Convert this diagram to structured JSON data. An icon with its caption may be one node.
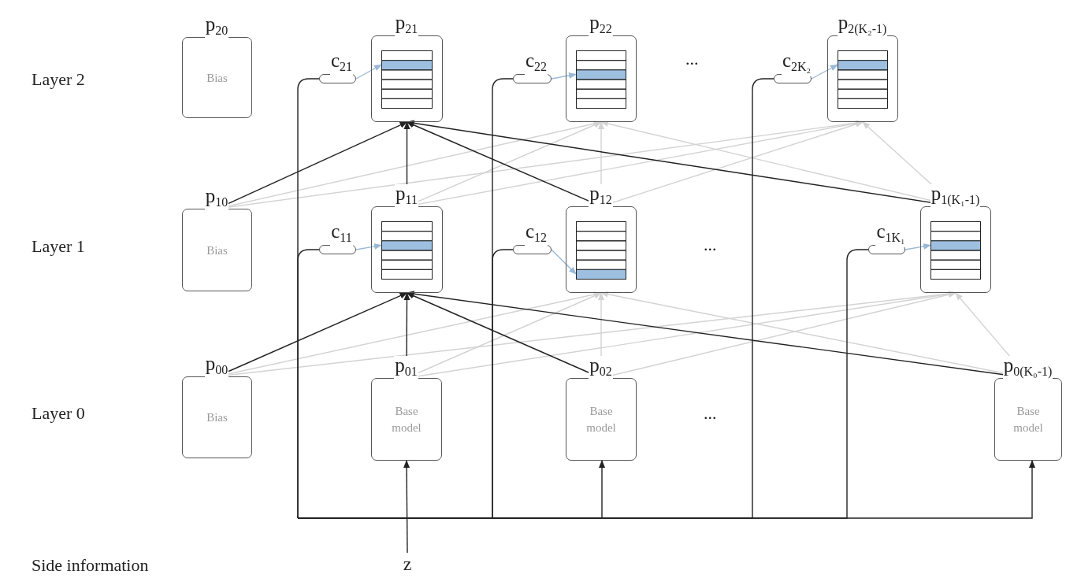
{
  "diagram": {
    "nodes": [
      {
        "text": [
          "p$_{20}$",
          "Bias"
        ]
      },
      {
        "text": [
          "c$_{21}$"
        ]
      },
      {
        "text": [
          "p$_{21}$"
        ]
      },
      {
        "text": [
          "c$_{22}$"
        ]
      },
      {
        "text": [
          "p$_{22}$"
        ]
      },
      {
        "text": [
          "c$_{2K₂}$"
        ]
      },
      {
        "text": [
          "p$_{2(K₂-1)}$"
        ]
      },
      {
        "text": [
          "p$_{10}$",
          "Bias"
        ]
      },
      {
        "text": [
          "c$_{11}$"
        ]
      },
      {
        "text": [
          "p$_{11}$"
        ]
      },
      {
        "text": [
          "c$_{12}$"
        ]
      },
      {
        "text": [
          "p$_{12}$"
        ]
      },
      {
        "text": [
          "c$_{1K₁}$"
        ]
      },
      {
        "text": [
          "p$_{1(K₁-1)}$"
        ]
      },
      {
        "text": [
          "p$_{00}$",
          "Bias"
        ]
      },
      {
        "text": [
          "p$_{01}$",
          "Base model"
        ]
      },
      {
        "text": [
          "p$_{02}$",
          "Base model"
        ]
      },
      {
        "text": [
          "p$_{0(K₀-1)}$",
          "Base model"
        ]
      },
      {
        "text": [
          "z"
        ]
      }
    ],
    "edges": [
      {
        "from": 1,
        "to": 2,
        "arrow": "to",
        "color": "#9ab8d6"
      },
      {
        "from": 3,
        "to": 4,
        "arrow": "to",
        "color": "#9ab8d6"
      },
      {
        "from": 5,
        "to": 6,
        "arrow": "to",
        "color": "#9ab8d6"
      },
      {
        "from": 8,
        "to": 9,
        "arrow": "to",
        "color": "#9ab8d6"
      },
      {
        "from": 10,
        "to": 11,
        "arrow": "to",
        "color": "#9ab8d6"
      },
      {
        "from": 12,
        "to": 13,
        "arrow": "to",
        "color": "#9ab8d6"
      },
      {
        "from": 7,
        "to": 2,
        "arrow": "to"
      },
      {
        "from": 9,
        "to": 2,
        "arrow": "to"
      },
      {
        "from": 11,
        "to": 2,
        "arrow": "to"
      },
      {
        "from": 13,
        "to": 2,
        "arrow": "to"
      },
      {
        "from": 7,
        "to": 4,
        "arrow": "to",
        "color": "#d3d3d3"
      },
      {
        "from": 9,
        "to": 4,
        "arrow": "to",
        "color": "#d3d3d3"
      },
      {
        "from": 11,
        "to": 4,
        "arrow": "to",
        "color": "#d3d3d3"
      },
      {
        "from": 13,
        "to": 4,
        "arrow": "to",
        "color": "#d3d3d3"
      },
      {
        "from": 7,
        "to": 6,
        "arrow": "to",
        "color": "#d3d3d3"
      },
      {
        "from": 9,
        "to": 6,
        "arrow": "to",
        "color": "#d3d3d3"
      },
      {
        "from": 11,
        "to": 6,
        "arrow": "to",
        "color": "#d3d3d3"
      },
      {
        "from": 13,
        "to": 6,
        "arrow": "to",
        "color": "#d3d3d3"
      },
      {
        "from": 14,
        "to": 9,
        "arrow": "to"
      },
      {
        "from": 15,
        "to": 9,
        "arrow": "to"
      },
      {
        "from": 16,
        "to": 9,
        "arrow": "to"
      },
      {
        "from": 17,
        "to": 9,
        "arrow": "to"
      },
      {
        "from": 14,
        "to": 11,
        "arrow": "to",
        "color": "#d3d3d3"
      },
      {
        "from": 15,
        "to": 11,
        "arrow": "to",
        "color": "#d3d3d3"
      },
      {
        "from": 16,
        "to": 11,
        "arrow": "to",
        "color": "#d3d3d3"
      },
      {
        "from": 17,
        "to": 11,
        "arrow": "to",
        "color": "#d3d3d3"
      },
      {
        "from": 14,
        "to": 13,
        "arrow": "to",
        "color": "#d3d3d3"
      },
      {
        "from": 15,
        "to": 13,
        "arrow": "to",
        "color": "#d3d3d3"
      },
      {
        "from": 16,
        "to": 13,
        "arrow": "to",
        "color": "#d3d3d3"
      },
      {
        "from": 17,
        "to": 13,
        "arrow": "to",
        "color": "#d3d3d3"
      },
      {
        "from": null,
        "to": 1,
        "arrow": "none"
      },
      {
        "from": null,
        "to": 3,
        "arrow": "none"
      },
      {
        "from": null,
        "to": 5,
        "arrow": "none"
      },
      {
        "from": null,
        "to": 8,
        "arrow": "none"
      },
      {
        "from": null,
        "to": 10,
        "arrow": "none"
      },
      {
        "from": null,
        "to": 12,
        "arrow": "none"
      },
      {
        "from": null,
        "to": 16,
        "arrow": "to"
      },
      {
        "from": null,
        "to": 17,
        "arrow": "to"
      },
      {
        "from": 18,
        "to": 15,
        "arrow": "to"
      }
    ],
    "labels": [
      "Layer 2",
      "...",
      "Layer 1",
      "...",
      "Layer 0",
      "...",
      "Side information"
    ]
  }
}
